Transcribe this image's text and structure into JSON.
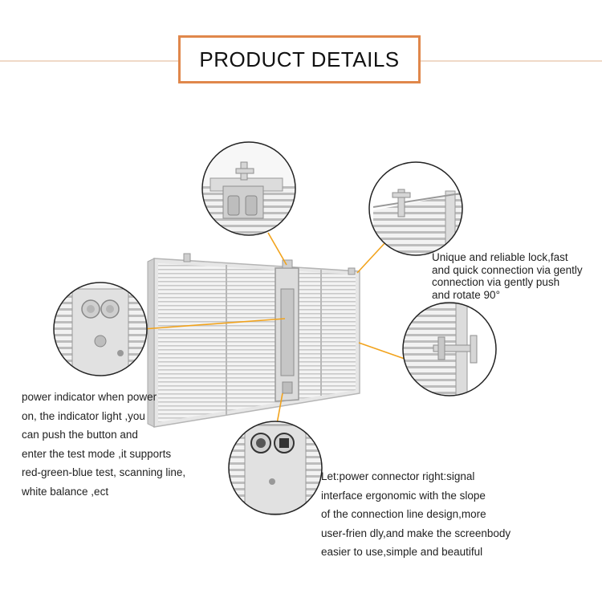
{
  "header": {
    "title": "PRODUCT DETAILS"
  },
  "notes": {
    "lock": "Unique and reliable lock,fast\nand quick connection via gently\n connection via gently push\n and rotate 90°",
    "indicator": "power indicator when power\non, the indicator light ,you\ncan push the button and\nenter the test mode ,it supports\nred-green-blue test, scanning line,\nwhite balance ,ect",
    "connector": "Let:power connector right:signal\ninterface ergonomic with the slope\nof the connection line design,more\nuser-frien dly,and make the screenbody\neasier to use,simple and beautiful"
  },
  "colors": {
    "accent": "#e0874b",
    "callout_line": "#f2a31c",
    "rule": "#f0d9c7",
    "panel": "#e9e9e9"
  }
}
